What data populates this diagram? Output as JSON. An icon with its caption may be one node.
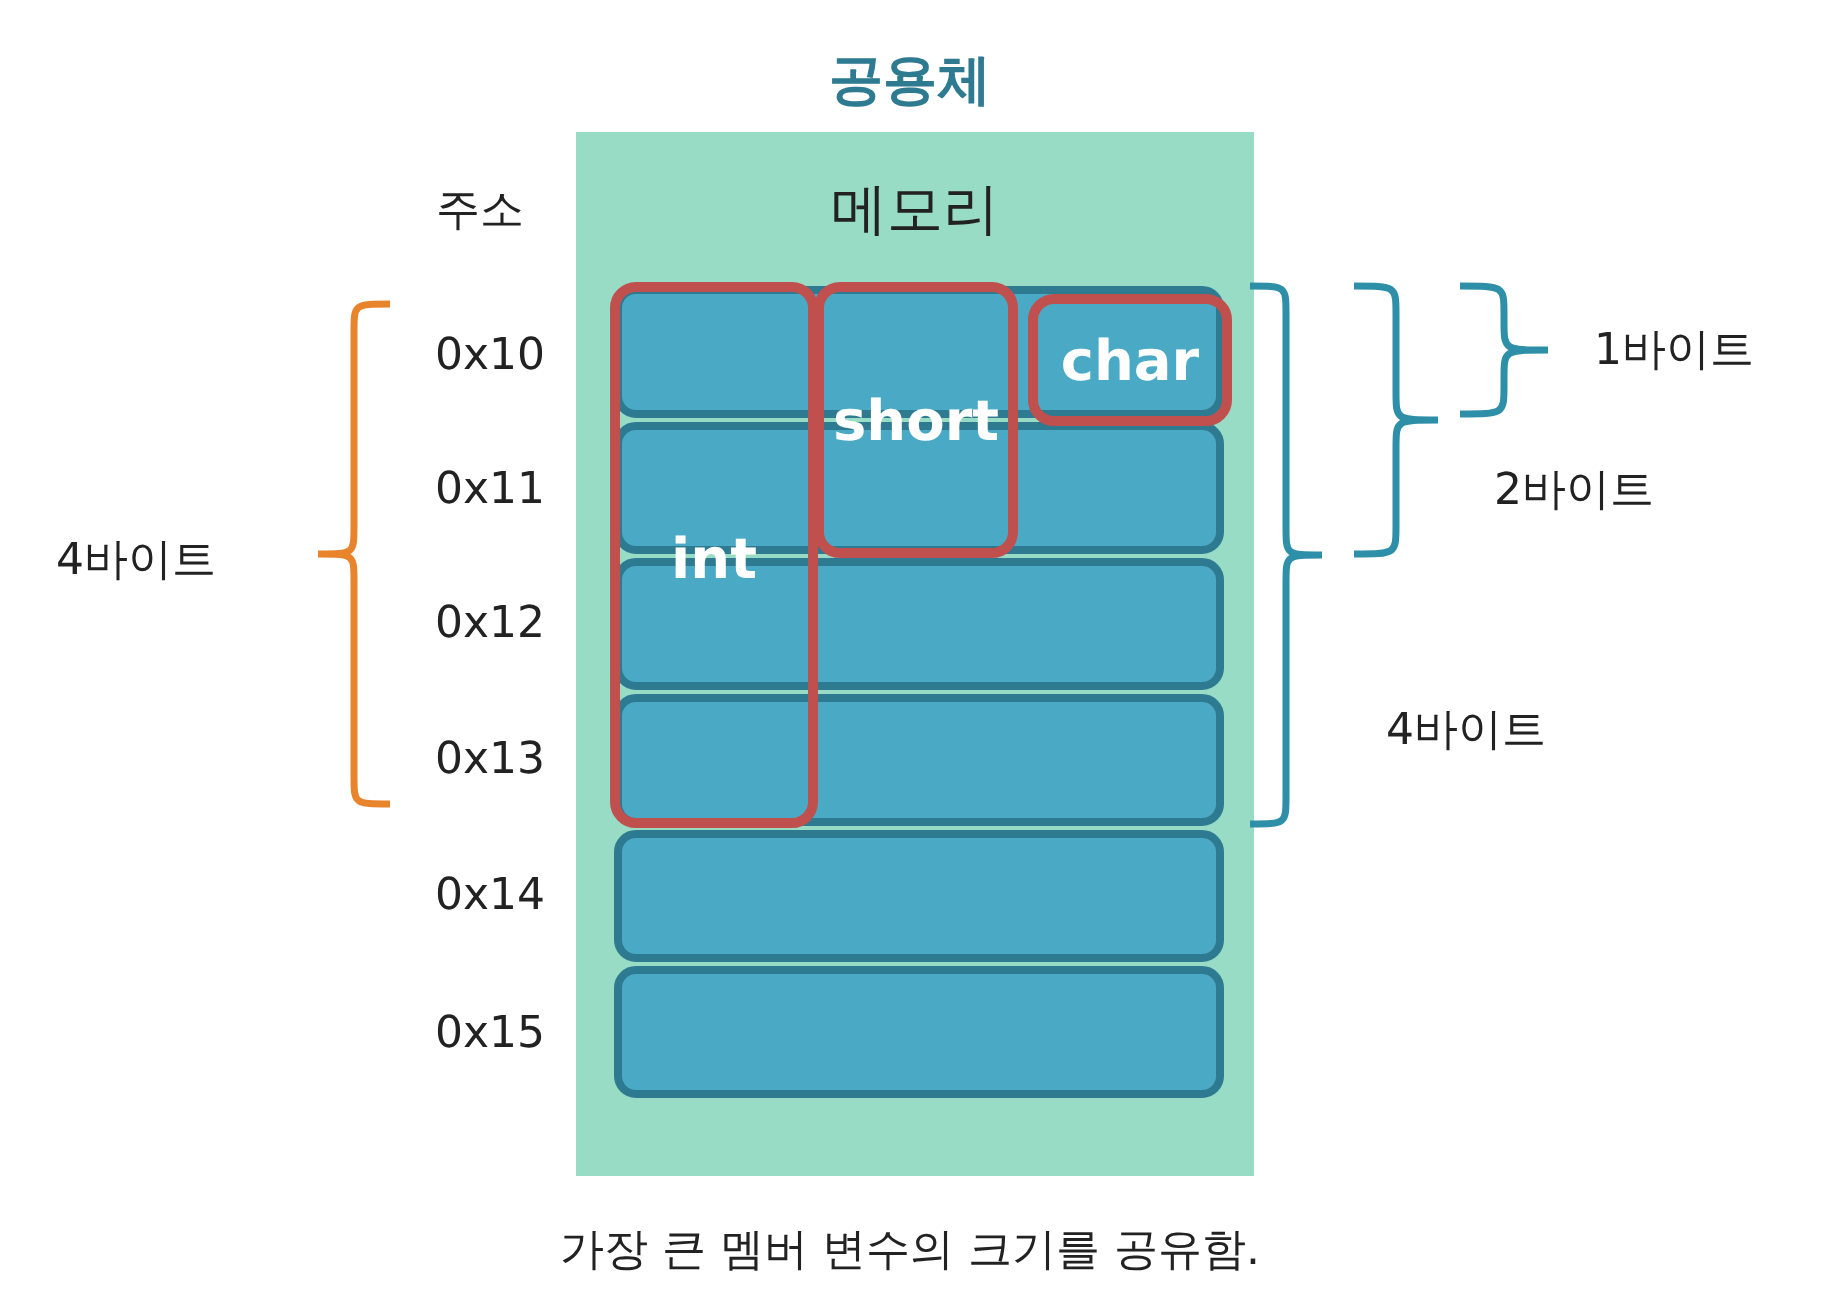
{
  "diagram": {
    "title": "공용체",
    "nodes": [
      {
        "text": [
          "메모리"
        ]
      },
      {
        "text": [],
        "shape": "box",
        "in": 0
      },
      {
        "text": [],
        "shape": "box",
        "in": 0
      },
      {
        "text": [],
        "shape": "box",
        "in": 0
      },
      {
        "text": [],
        "shape": "box",
        "in": 0
      },
      {
        "text": [],
        "shape": "box",
        "in": 0
      },
      {
        "text": [],
        "shape": "box",
        "in": 0
      },
      {
        "text": [
          "int"
        ],
        "in": 0
      },
      {
        "text": [
          "short"
        ],
        "in": 0
      },
      {
        "text": [
          "char"
        ],
        "in": 1
      }
    ],
    "labels": [
      "주소",
      "0x10",
      "0x11",
      "0x12",
      "0x13",
      "0x14",
      "0x15",
      "4바이트",
      "1바이트",
      "2바이트",
      "4바이트"
    ],
    "caption": "가장 큰 멤버 변수의 크기를 공유함."
  }
}
